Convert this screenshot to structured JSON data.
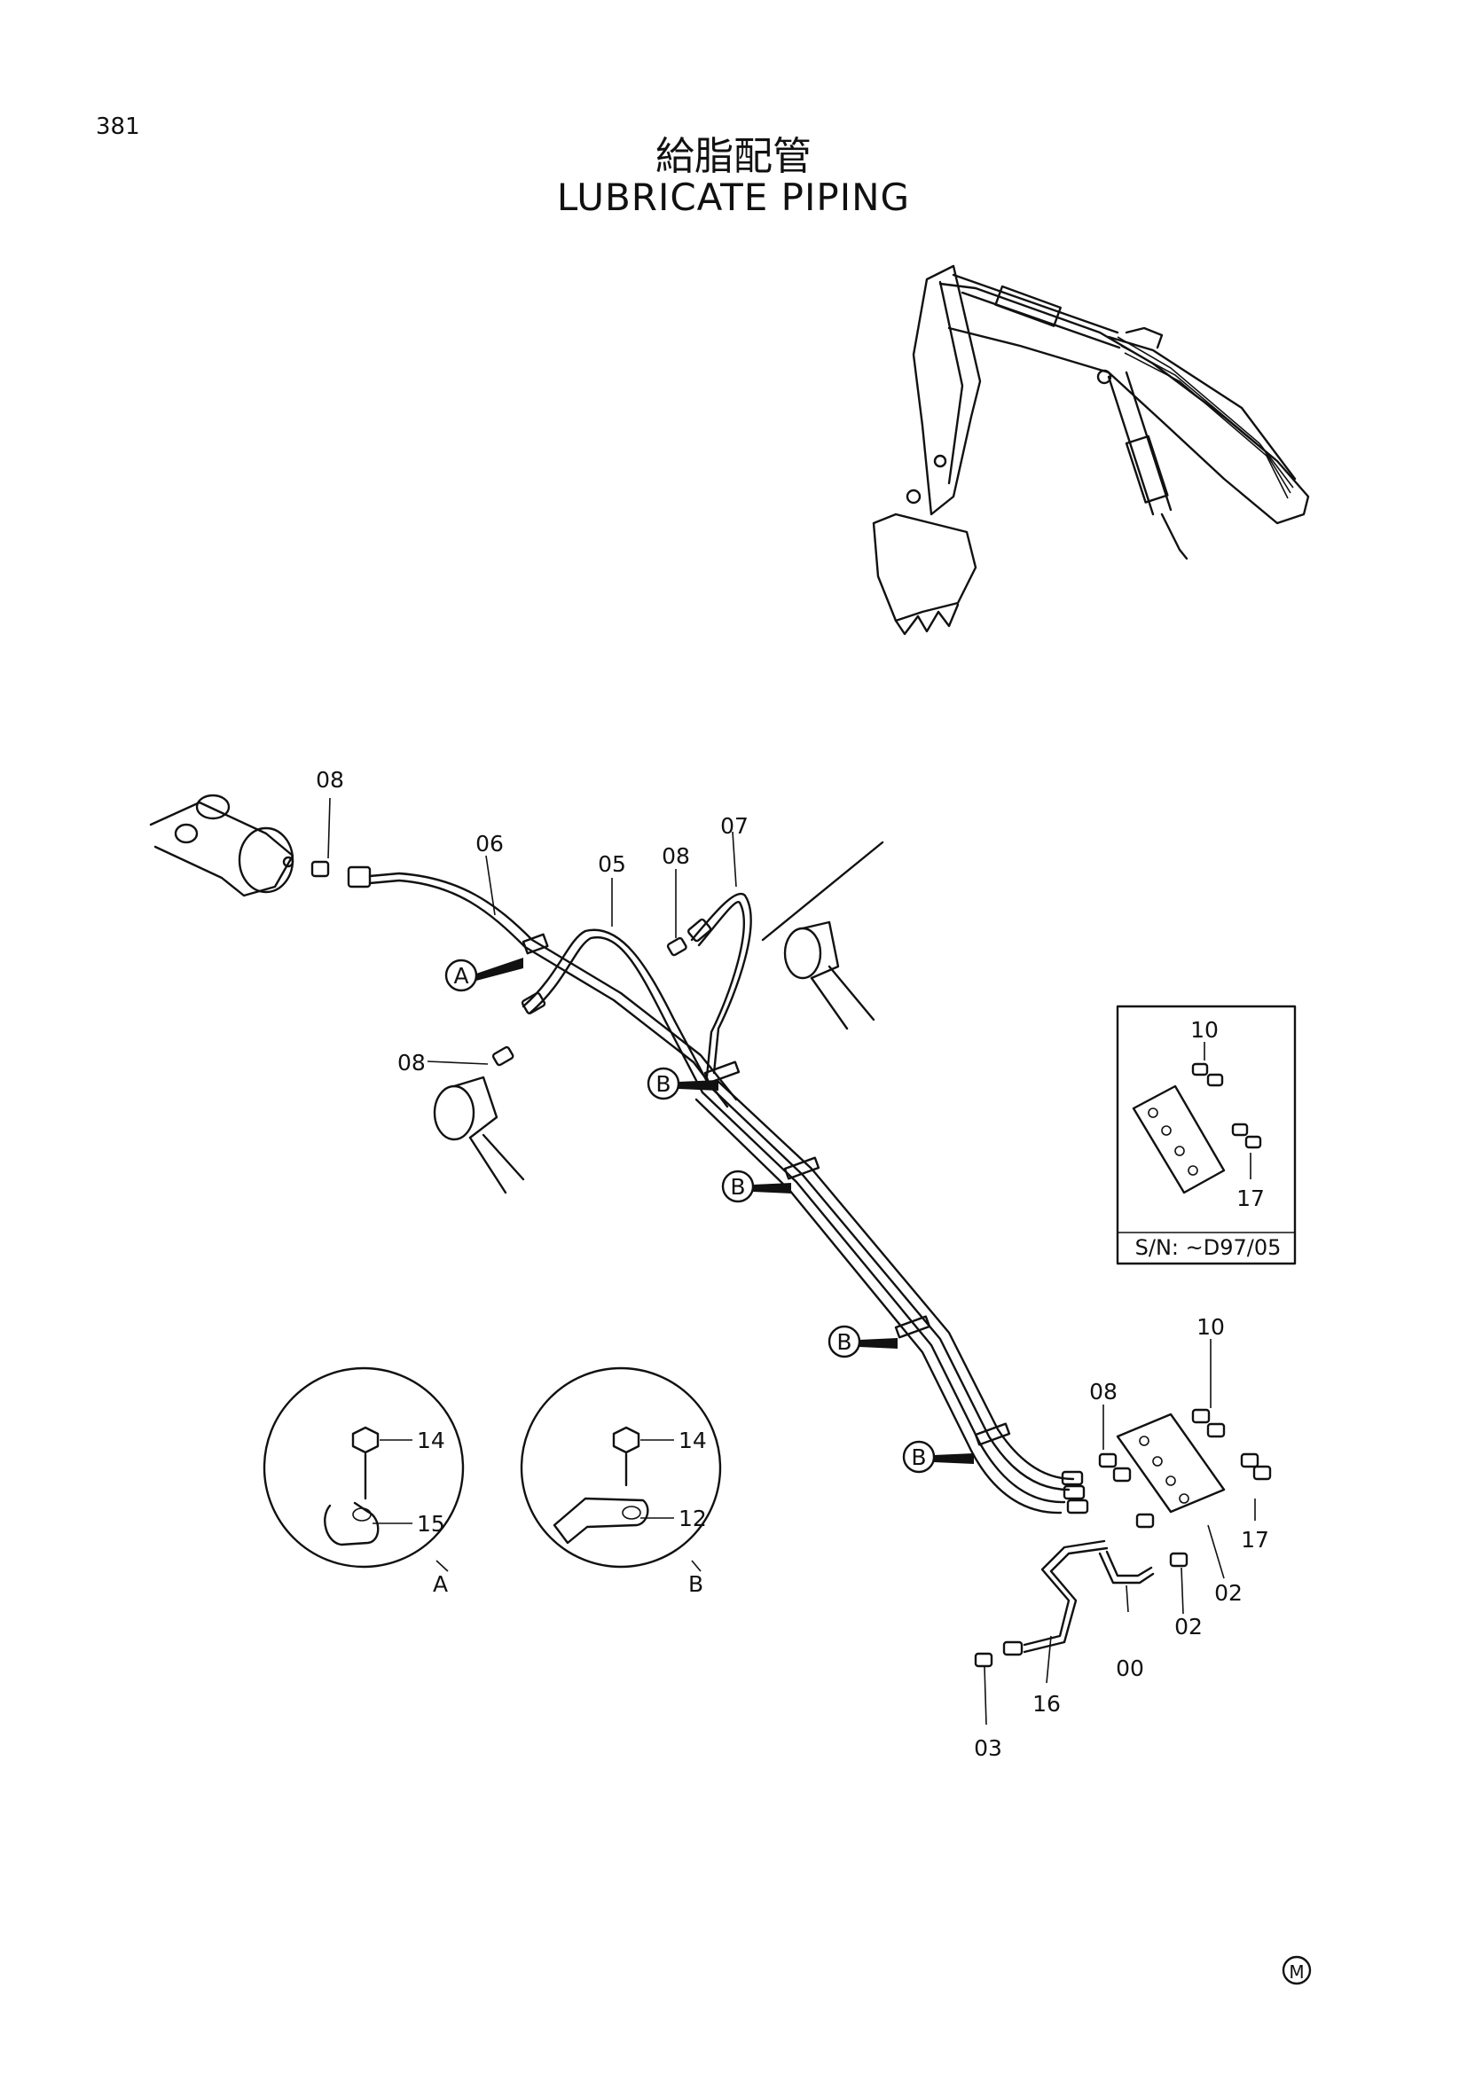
{
  "page": {
    "number": "381",
    "title_jp": "給脂配管",
    "title_en": "LUBRICATE PIPING",
    "mark": "M"
  },
  "callouts": {
    "p08_top": "08",
    "p06": "06",
    "p05": "05",
    "p08_mid": "08",
    "p07": "07",
    "p08_left": "08",
    "p10_right": "10",
    "p08_right": "08",
    "p17_right": "17",
    "p02_a": "02",
    "p02_b": "02",
    "p00": "00",
    "p16": "16",
    "p03": "03"
  },
  "view_refs": {
    "a": "A",
    "b1": "B",
    "b2": "B",
    "b3": "B",
    "b4": "B"
  },
  "detail_a": {
    "bolt": "14",
    "clamp": "15",
    "label": "A"
  },
  "detail_b": {
    "bolt": "14",
    "clamp": "12",
    "label": "B"
  },
  "inset": {
    "top": "10",
    "bottom": "17",
    "serial": "S/N: ~D97/05"
  }
}
